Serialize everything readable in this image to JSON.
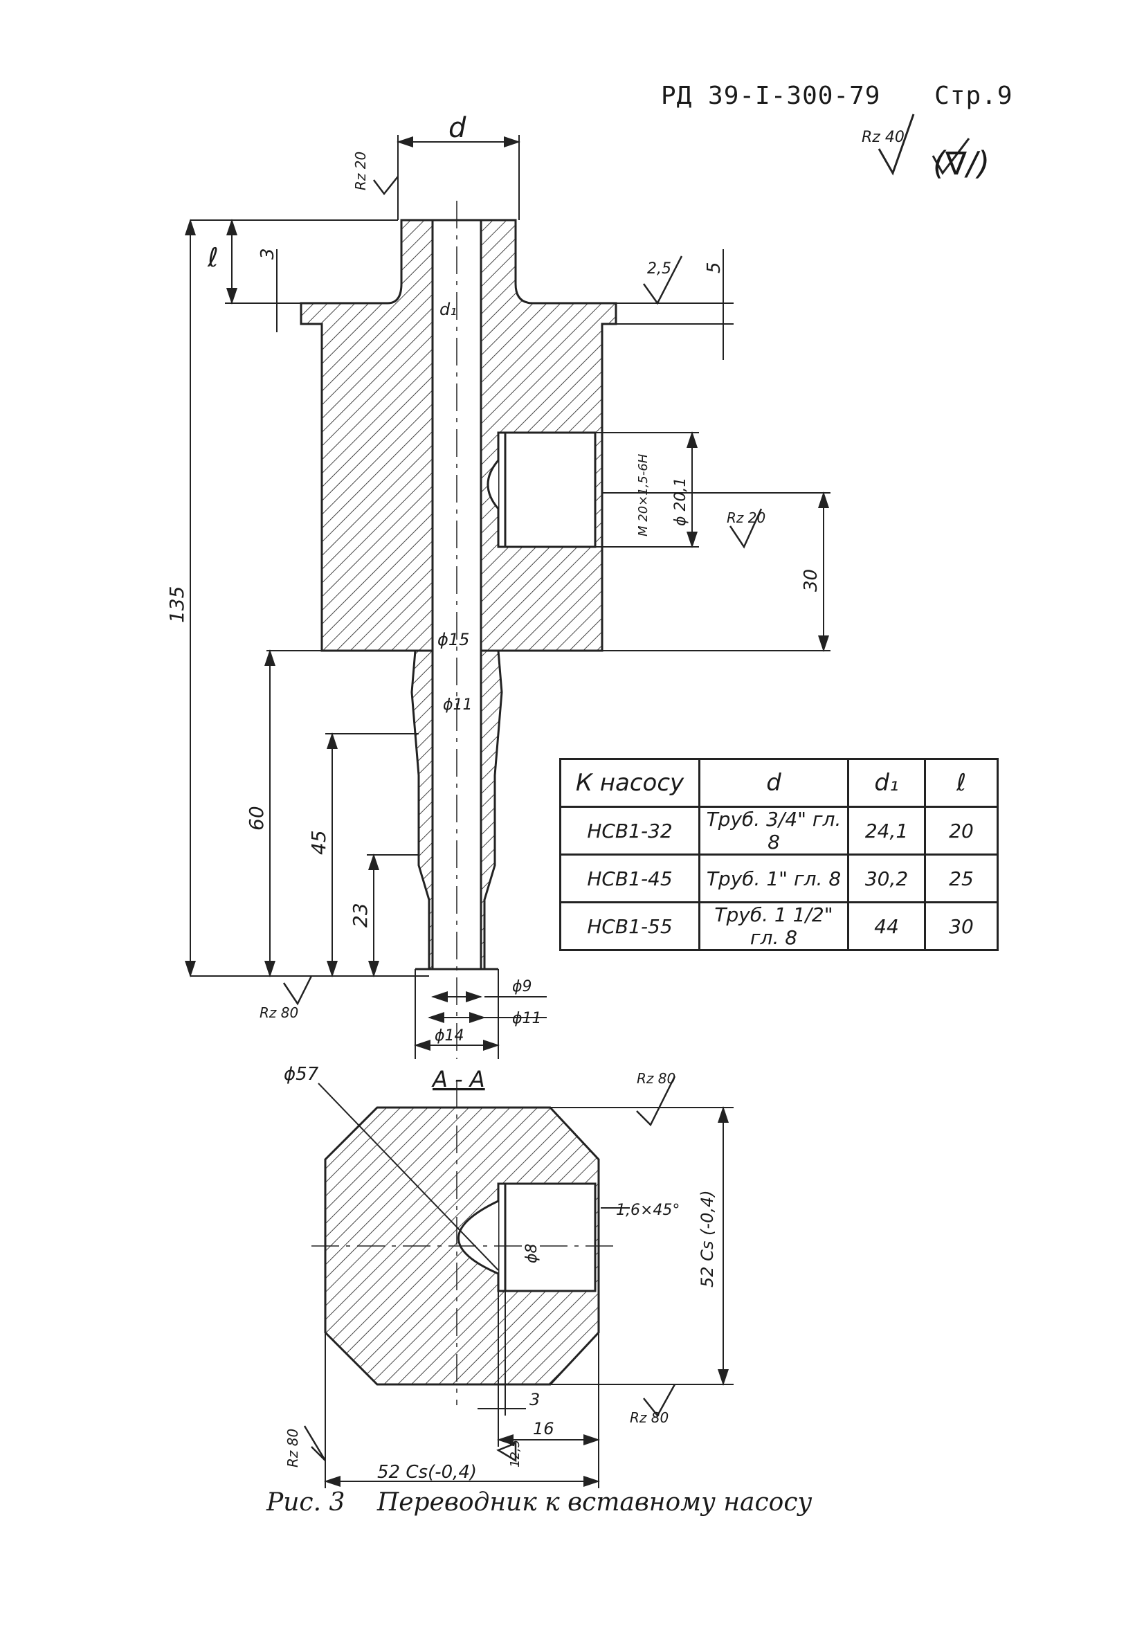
{
  "header": {
    "doc_code": "РД 39-I-300-79",
    "page": "Стр.9"
  },
  "roughness": {
    "general": "Rz 40",
    "general_note": "(∇/)",
    "top_face": "Rz 20",
    "flange": "2,5",
    "thread_bore": "Rz 20",
    "bottom_face": "Rz 80",
    "section_top": "Rz 80",
    "section_right_bottom": "Rz 80",
    "section_left": "Rz 80",
    "section_bottom_flag": "12,5"
  },
  "dimensions": {
    "d": "d",
    "l": "ℓ",
    "d1": "d₁",
    "top_step": "3",
    "flange_thk": "5",
    "total_length": "135",
    "thread": "M 20×1,5-6H",
    "bore_dia": "ϕ 20,1",
    "thread_height": "30",
    "phi15": "ϕ15",
    "phi11_taper": "ϕ11",
    "len60": "60",
    "len45": "45",
    "len23": "23",
    "phi9": "ϕ9",
    "phi11": "ϕ11",
    "phi14": "ϕ14",
    "phi57": "ϕ57",
    "chamfer": "1,6×45°",
    "phi8": "ϕ8",
    "width_right": "52 Cs (-0,4)",
    "width_bottom": "52 Cs(-0,4)",
    "dim3": "3",
    "dim16": "16"
  },
  "section": {
    "label": "А - А"
  },
  "table": {
    "headers": [
      "К насосу",
      "d",
      "d₁",
      "ℓ"
    ],
    "rows": [
      [
        "НСВ1-32",
        "Труб. 3/4\" гл. 8",
        "24,1",
        "20"
      ],
      [
        "НСВ1-45",
        "Труб. 1\" гл. 8",
        "30,2",
        "25"
      ],
      [
        "НСВ1-55",
        "Труб. 1 1/2\" гл. 8",
        "44",
        "30"
      ]
    ]
  },
  "caption": {
    "fig": "Рис. 3",
    "title": "Переводник к вставному насосу"
  }
}
